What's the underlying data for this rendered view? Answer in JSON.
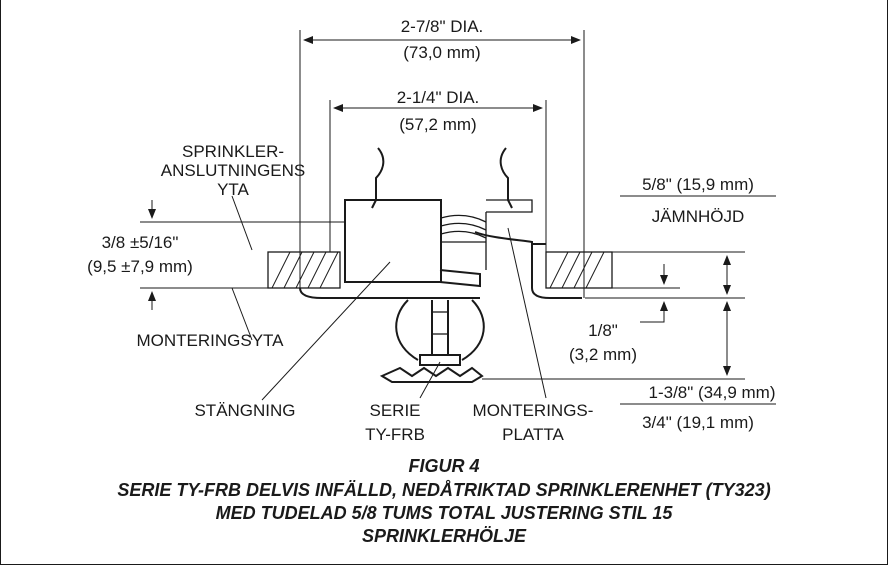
{
  "dimensions": {
    "outer_dia": {
      "imperial": "2-7/8\" DIA.",
      "metric": "(73,0 mm)"
    },
    "inner_dia": {
      "imperial": "2-1/4\" DIA.",
      "metric": "(57,2 mm)"
    },
    "recess": {
      "imperial": "3/8 ±5/16\"",
      "metric": "(9,5 ±7,9 mm)"
    },
    "flush": {
      "value": "5/8\" (15,9 mm)",
      "label": "JÄMNHÖJD"
    },
    "small_gap": {
      "imperial": "1/8\"",
      "metric": "(3,2 mm)"
    },
    "total": {
      "max": "1-3/8\" (34,9 mm)",
      "min": "3/4\" (19,1 mm)"
    }
  },
  "labels": {
    "sprinkler_surface": [
      "SPRINKLER-",
      "ANSLUTNINGENS",
      "YTA"
    ],
    "mounting_surface": "MONTERINGSYTA",
    "closure": "STÄNGNING",
    "series": [
      "SERIE",
      "TY-FRB"
    ],
    "mounting_plate": [
      "MONTERINGS-",
      "PLATTA"
    ]
  },
  "caption": {
    "figure": "FIGUR 4",
    "lines": [
      "SERIE TY-FRB DELVIS INFÄLLD, NEDÅTRIKTAD SPRINKLERENHET (TY323)",
      "MED TUDELAD 5/8 TUMS TOTAL JUSTERING STIL 15",
      "SPRINKLERHÖLJE"
    ]
  }
}
